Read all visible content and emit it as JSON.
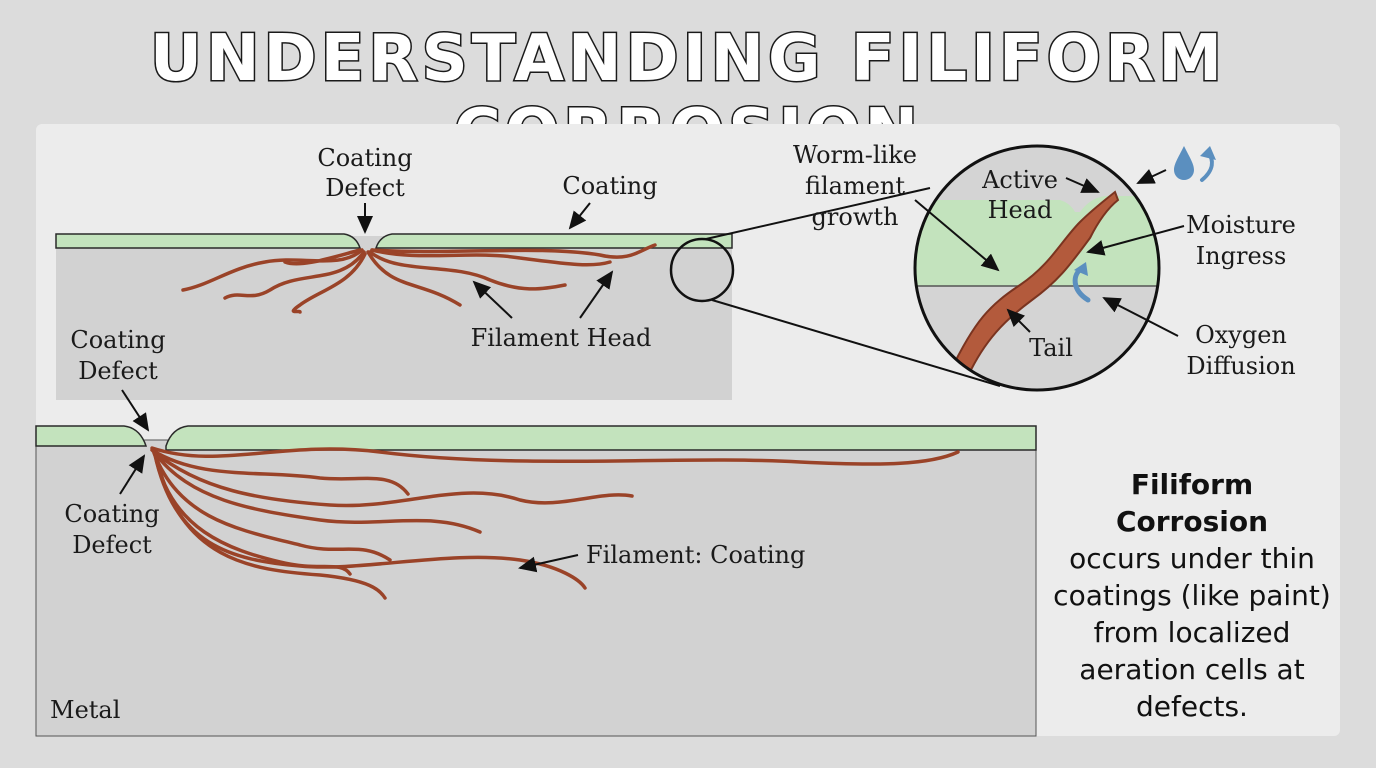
{
  "title": "UNDERSTANDING FILIFORM CORROSION",
  "labels": {
    "top_defect_1": "Coating",
    "top_defect_2": "Defect",
    "coating": "Coating",
    "filament_head": "Filament Head",
    "worm_1": "Worm-like",
    "worm_2": "filament",
    "worm_3": "growth",
    "active_1": "Active",
    "active_2": "Head",
    "moisture_1": "Moisture",
    "moisture_2": "Ingress",
    "tail": "Tail",
    "oxygen_1": "Oxygen",
    "oxygen_2": "Diffusion",
    "left_defect_a1": "Coating",
    "left_defect_a2": "Defect",
    "left_defect_b1": "Coating",
    "left_defect_b2": "Defect",
    "filament_coating": "Filament: Coating",
    "metal": "Metal"
  },
  "note": {
    "heading": "Filiform Corrosion",
    "body": "occurs under thin coatings (like paint) from localized aeration cells at defects."
  },
  "colors": {
    "background": "#dcdcdc",
    "panel": "#d4d4d4",
    "coating": "#c3e3bd",
    "filament": "#9a4328",
    "arrow_blue": "#5b8fbf"
  },
  "icons": [
    "water-drop-icon",
    "curved-arrow-icon"
  ]
}
